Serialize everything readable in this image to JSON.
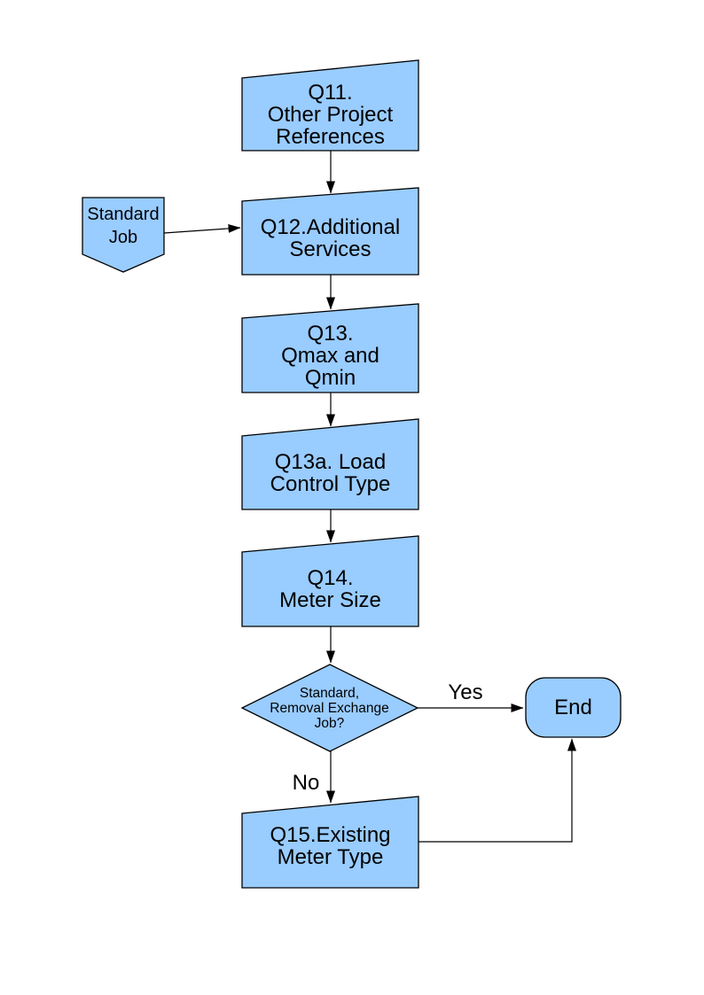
{
  "colors": {
    "page_background": "#FFFFFF",
    "node_fill": "#99CCFF",
    "node_border": "#000000",
    "connector": "#000000",
    "text": "#000000"
  },
  "nodes": {
    "q11": {
      "label": "Q11.\nOther Project\nReferences"
    },
    "standard_job": {
      "label": "Standard\nJob"
    },
    "q12": {
      "label": "Q12.Additional\nServices"
    },
    "q13": {
      "label": "Q13.\nQmax and\nQmin"
    },
    "q13a": {
      "label": "Q13a. Load\nControl Type"
    },
    "q14": {
      "label": "Q14.\nMeter Size"
    },
    "decision": {
      "label": "Standard,\nRemoval Exchange\nJob?"
    },
    "end": {
      "label": "End"
    },
    "q15": {
      "label": "Q15.Existing\nMeter Type"
    }
  },
  "edge_labels": {
    "yes": "Yes",
    "no": "No"
  }
}
